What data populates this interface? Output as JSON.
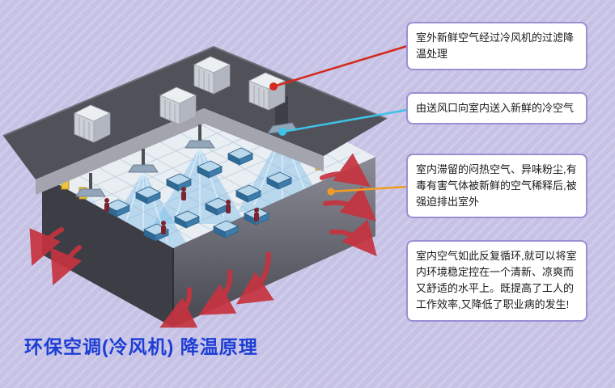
{
  "page": {
    "title": "环保空调(冷风机)  降温原理"
  },
  "callouts": [
    {
      "id": 1,
      "text": "室外新鲜空气经过冷风机的过滤降温处理",
      "connector_color": "#d42a1e"
    },
    {
      "id": 2,
      "text": "由送风口向室内送入新鲜的冷空气",
      "connector_color": "#3fc3e8"
    },
    {
      "id": 3,
      "text": "室内滞留的闷热空气、异味粉尘,有毒有害气体被新鲜的空气稀释后,被强迫排出室外",
      "connector_color": "#f59a23"
    },
    {
      "id": 4,
      "text": "室内空气如此反复循环,就可以将室内环境稳定控在一个清新、凉爽而又舒适的水平上。既提高了工人的工作效率,又降低了职业病的发生!"
    }
  ],
  "colors": {
    "background": "#c8c4e6",
    "callout_border": "#9b8fd4",
    "callout_background": "#ffffff",
    "callout_text": "#1a1a1a",
    "title": "#1d3ed6",
    "exhaust_arrow": "#c6333f",
    "cool_air": "#7db9e8",
    "roof": "#515259",
    "wall": "#4a4b53",
    "floor": "#e9eef3"
  }
}
